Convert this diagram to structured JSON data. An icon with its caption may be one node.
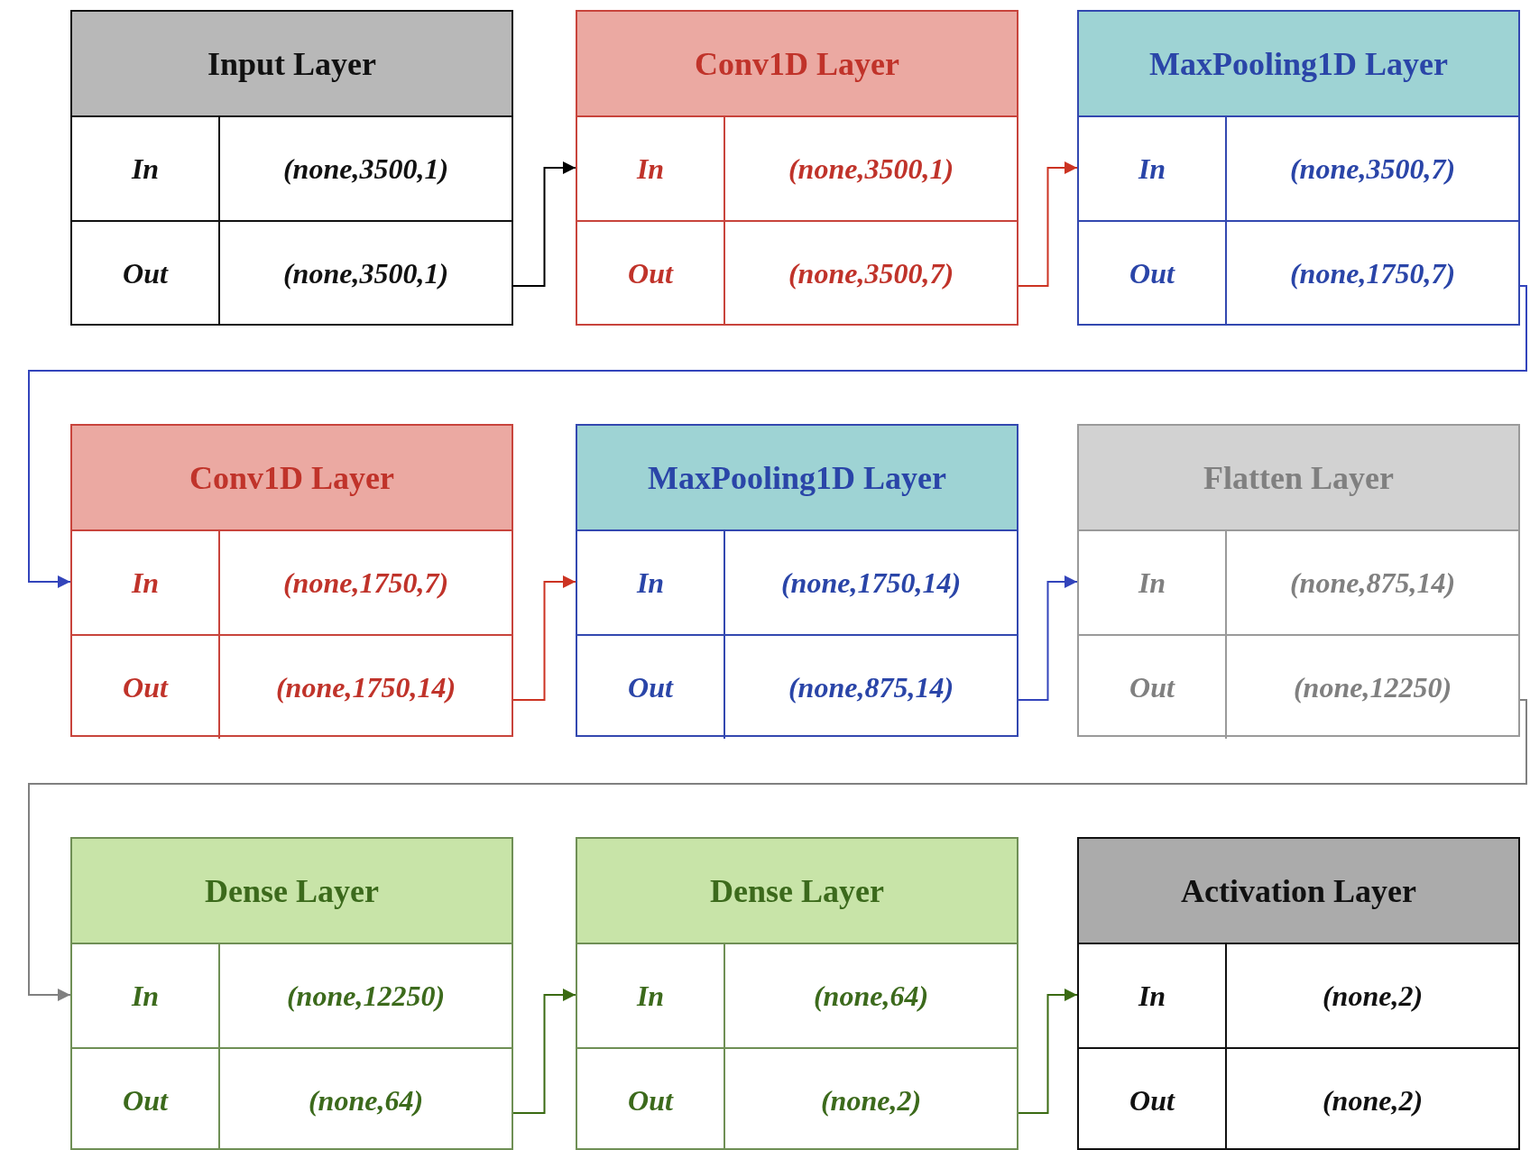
{
  "diagram": {
    "nodes": [
      {
        "text": [
          "Input Layer",
          "In",
          "(none,3500,1)",
          "Out",
          "(none,3500,1)"
        ]
      },
      {
        "text": [
          "Conv1D Layer",
          "In",
          "(none,3500,1)",
          "Out",
          "(none,3500,7)"
        ]
      },
      {
        "text": [
          "MaxPooling1D Layer",
          "In",
          "(none,3500,7)",
          "Out",
          "(none,1750,7)"
        ]
      },
      {
        "text": [
          "Conv1D Layer",
          "In",
          "(none,1750,7)",
          "Out",
          "(none,1750,14)"
        ]
      },
      {
        "text": [
          "MaxPooling1D Layer",
          "In",
          "(none,1750,14)",
          "Out",
          "(none,875,14)"
        ]
      },
      {
        "text": [
          "Flatten Layer",
          "In",
          "(none,875,14)",
          "Out",
          "(none,12250)"
        ]
      },
      {
        "text": [
          "Dense Layer",
          "In",
          "(none,12250)",
          "Out",
          "(none,64)"
        ]
      },
      {
        "text": [
          "Dense Layer",
          "In",
          "(none,64)",
          "Out",
          "(none,2)"
        ]
      },
      {
        "text": [
          "Activation Layer",
          "In",
          "(none,2)",
          "Out",
          "(none,2)"
        ]
      }
    ],
    "edges": [
      {
        "from": 0,
        "to": 1,
        "arrow": "to",
        "color": "#000000"
      },
      {
        "from": 1,
        "to": 2,
        "arrow": "to",
        "color": "#cc3322"
      },
      {
        "from": 2,
        "to": 3,
        "arrow": "to",
        "color": "#3344bb"
      },
      {
        "from": 3,
        "to": 4,
        "arrow": "to",
        "color": "#cc3322"
      },
      {
        "from": 4,
        "to": 5,
        "arrow": "to",
        "color": "#3344bb"
      },
      {
        "from": 5,
        "to": 6,
        "arrow": "to",
        "color": "#808080"
      },
      {
        "from": 6,
        "to": 7,
        "arrow": "to",
        "color": "#3a6a12"
      },
      {
        "from": 7,
        "to": 8,
        "arrow": "to",
        "color": "#3a6a12"
      }
    ]
  }
}
